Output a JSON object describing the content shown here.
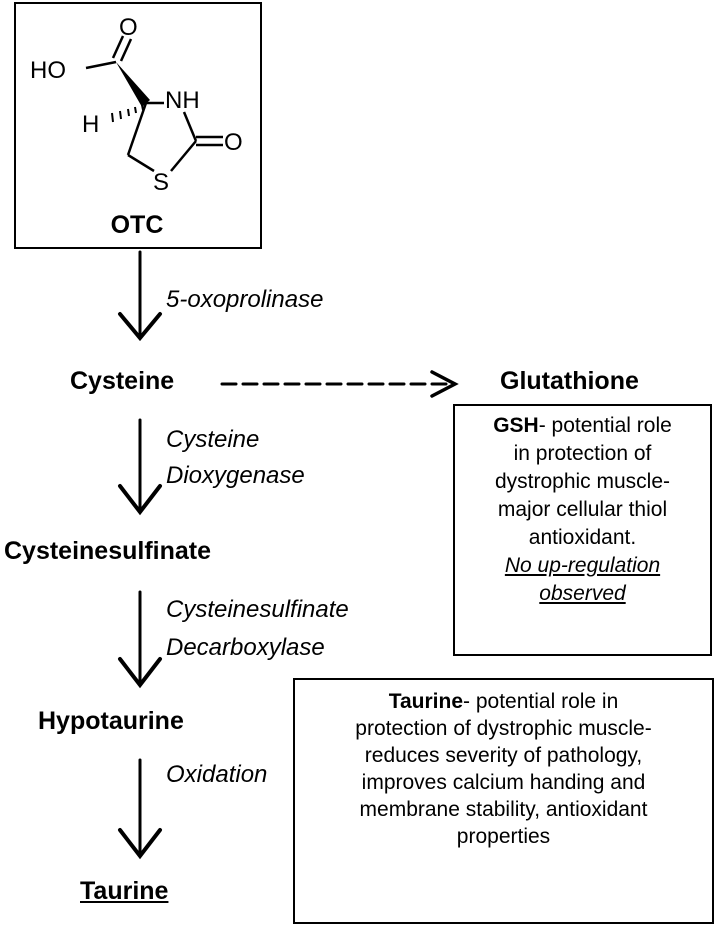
{
  "otc": {
    "label": "OTC",
    "atoms": {
      "hydroxyl": "HO",
      "nh": "NH",
      "h": "H",
      "s": "S",
      "o_carboxyl": "O",
      "o_ring": "O"
    }
  },
  "pathway": {
    "enzyme_1": "5-oxoprolinase",
    "cysteine": "Cysteine",
    "glutathione": "Glutathione",
    "enzyme_2_line1": "Cysteine",
    "enzyme_2_line2": "Dioxygenase",
    "cysteinesulfinate": "Cysteinesulfinate",
    "enzyme_3_line1": "Cysteinesulfinate",
    "enzyme_3_line2": "Decarboxylase",
    "hypotaurine": "Hypotaurine",
    "enzyme_4": "Oxidation",
    "taurine": "Taurine"
  },
  "gsh_box": {
    "bold": "GSH",
    "line1_rest": "- potential role",
    "line2": "in protection of",
    "line3": "dystrophic muscle-",
    "line4": "major cellular thiol",
    "line5": "antioxidant.",
    "note1": "No up-regulation",
    "note2": "observed"
  },
  "taurine_box": {
    "bold": "Taurine",
    "line1_rest": "- potential role in",
    "line2": "protection of dystrophic muscle-",
    "line3": "reduces severity of pathology,",
    "line4": "improves calcium handing and",
    "line5": "membrane stability, antioxidant",
    "line6": "properties"
  },
  "colors": {
    "ink": "#000000",
    "background": "#ffffff"
  }
}
